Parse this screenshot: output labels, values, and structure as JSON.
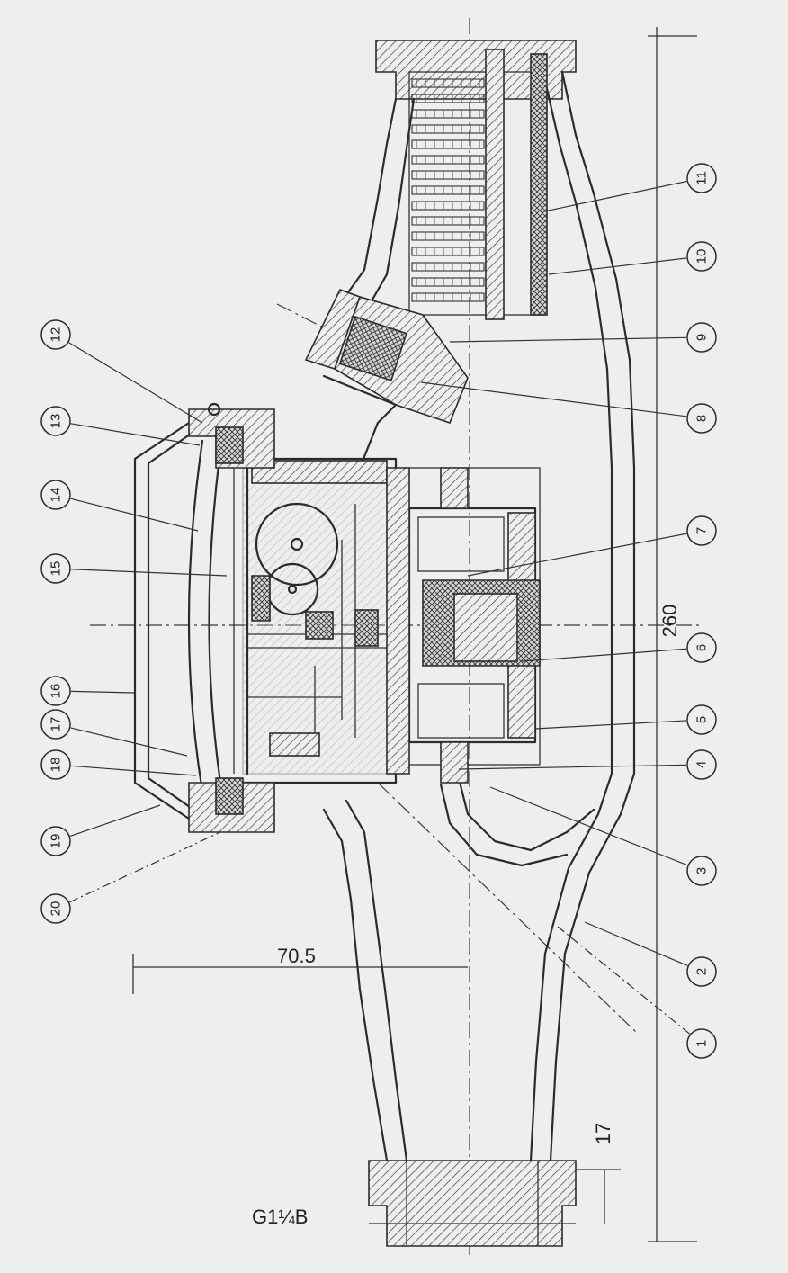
{
  "callouts": [
    {
      "id": "1",
      "label": "1"
    },
    {
      "id": "2",
      "label": "2"
    },
    {
      "id": "3",
      "label": "3"
    },
    {
      "id": "4",
      "label": "4"
    },
    {
      "id": "5",
      "label": "5"
    },
    {
      "id": "6",
      "label": "6"
    },
    {
      "id": "7",
      "label": "7"
    },
    {
      "id": "8",
      "label": "8"
    },
    {
      "id": "9",
      "label": "9"
    },
    {
      "id": "10",
      "label": "10"
    },
    {
      "id": "11",
      "label": "11"
    },
    {
      "id": "12",
      "label": "12"
    },
    {
      "id": "13",
      "label": "13"
    },
    {
      "id": "14",
      "label": "14"
    },
    {
      "id": "15",
      "label": "15"
    },
    {
      "id": "16",
      "label": "16"
    },
    {
      "id": "17",
      "label": "17"
    },
    {
      "id": "18",
      "label": "18"
    },
    {
      "id": "19",
      "label": "19"
    },
    {
      "id": "20",
      "label": "20"
    }
  ],
  "dimensions": {
    "length": "260",
    "offset": "70.5",
    "thread_depth": "17",
    "thread": "G1¼B"
  }
}
